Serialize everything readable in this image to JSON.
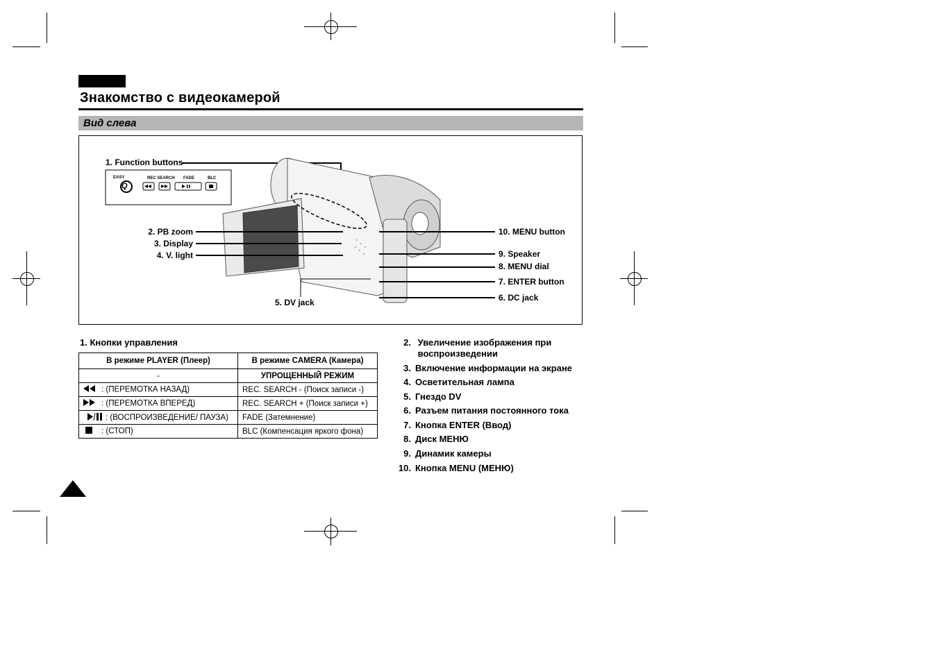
{
  "header": {
    "title": "Знакомство с видеокамерой",
    "section": "Вид слева"
  },
  "figure": {
    "labels": {
      "function_buttons": "1. Function buttons",
      "pb_zoom": "2. PB zoom",
      "display": "3. Display",
      "v_light": "4. V. light",
      "dv_jack": "5. DV jack",
      "dc_jack": "6. DC jack",
      "enter_button": "7. ENTER button",
      "menu_dial": "8. MENU dial",
      "speaker": "9. Speaker",
      "menu_button": "10. MENU button"
    },
    "panel_labels": {
      "easy": "EASY",
      "q": "Q",
      "rec_search": "REC SEARCH",
      "fade": "FADE",
      "blc": "BLC"
    }
  },
  "controls": {
    "heading": "1.   Кнопки управления",
    "col_player": "В режиме PLAYER (Плеер)",
    "col_camera": "В режиме CAMERA (Камера)",
    "rows": [
      {
        "icon": "none",
        "player": "-",
        "camera": "УПРОЩЕННЫЙ РЕЖИМ"
      },
      {
        "icon": "rewind-icon",
        "player": ": (ПЕРЕМОТКА НАЗАД)",
        "camera": "REC. SEARCH - (Поиск записи -)"
      },
      {
        "icon": "fast-forward-icon",
        "player": ": (ПЕРЕМОТКА ВПЕРЕД)",
        "camera": "REC. SEARCH + (Поиск записи +)"
      },
      {
        "icon": "play-pause-icon",
        "player": ": (ВОСПРОИЗВЕДЕНИЕ/ ПАУЗА)",
        "camera": "FADE (Затемнение)"
      },
      {
        "icon": "stop-icon",
        "player": ": (СТОП)",
        "camera": "BLC (Компенсация яркого фона)"
      }
    ]
  },
  "parts_list": [
    {
      "num": "2.",
      "text": "Увеличение изображения при",
      "text2": "воспроизведении"
    },
    {
      "num": "3.",
      "text": "Включение информации на экране"
    },
    {
      "num": "4.",
      "text": "Осветительная лампа"
    },
    {
      "num": "5.",
      "text": "Гнездо DV"
    },
    {
      "num": "6.",
      "text": "Разъем питания постоянного тока"
    },
    {
      "num": "7.",
      "text": "Кнопка ENTER (Ввод)"
    },
    {
      "num": "8.",
      "text": "Диск МЕНЮ"
    },
    {
      "num": "9.",
      "text": "Динамик камеры"
    },
    {
      "num": "10.",
      "text": "Кнопка MENU (МЕНЮ)"
    }
  ]
}
